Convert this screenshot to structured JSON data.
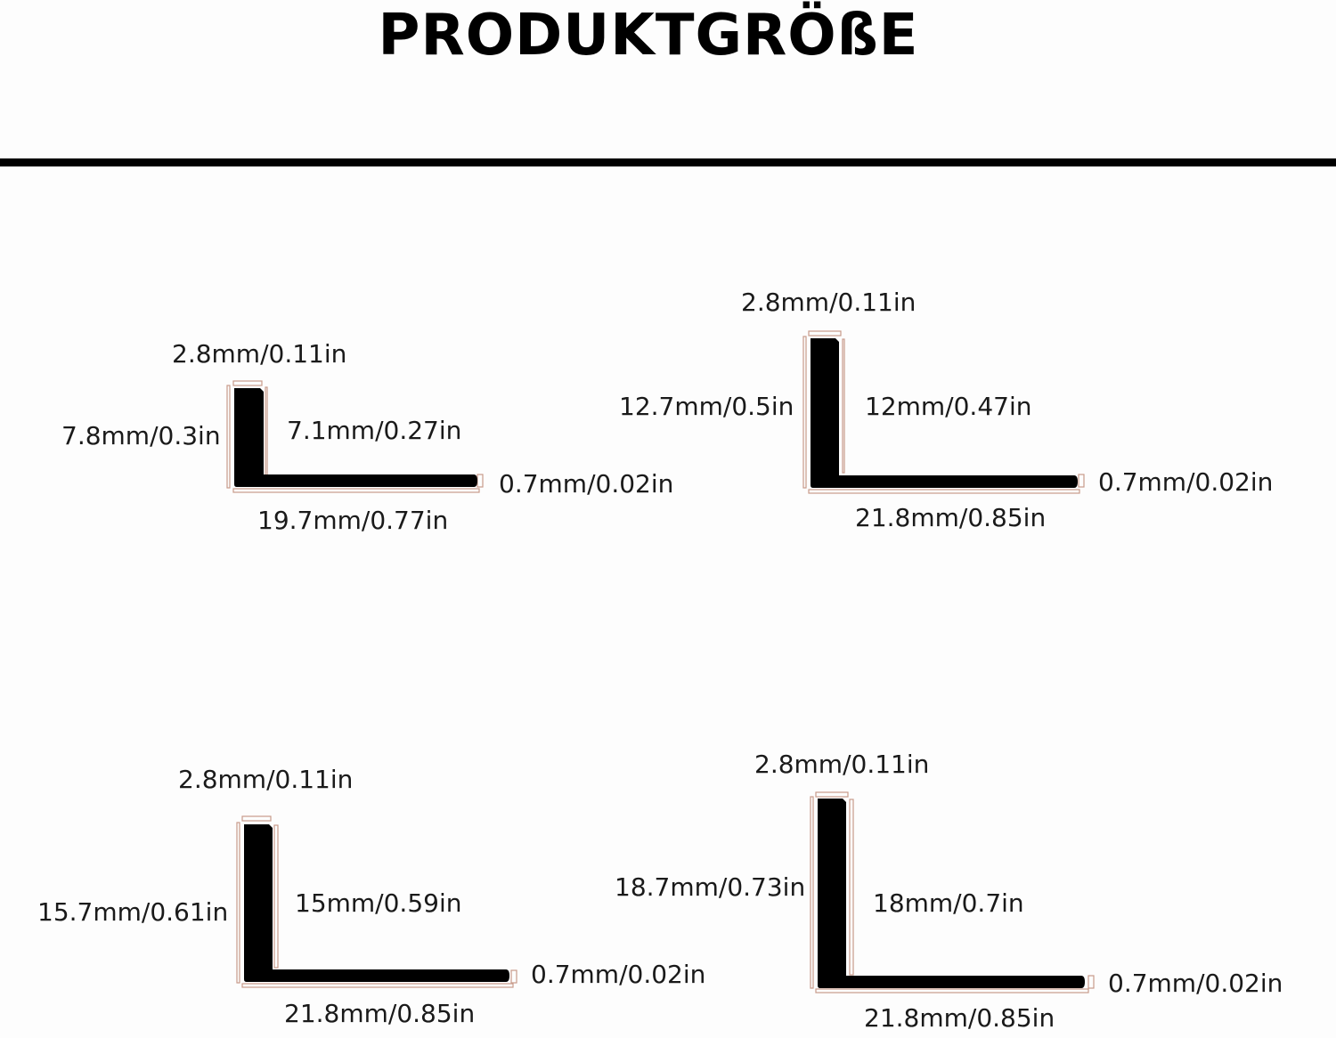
{
  "title": "PRODUKTGRÖßE",
  "colors": {
    "profile": "#000000",
    "guide": "#c89a8a",
    "divider": "#000000"
  },
  "profiles": [
    {
      "thickness_top": "2.8mm/0.11in",
      "outer_height": "7.8mm/0.3in",
      "inner_height": "7.1mm/0.27in",
      "base_thickness": "0.7mm/0.02in",
      "base_length": "19.7mm/0.77in"
    },
    {
      "thickness_top": "2.8mm/0.11in",
      "outer_height": "12.7mm/0.5in",
      "inner_height": "12mm/0.47in",
      "base_thickness": "0.7mm/0.02in",
      "base_length": "21.8mm/0.85in"
    },
    {
      "thickness_top": "2.8mm/0.11in",
      "outer_height": "15.7mm/0.61in",
      "inner_height": "15mm/0.59in",
      "base_thickness": "0.7mm/0.02in",
      "base_length": "21.8mm/0.85in"
    },
    {
      "thickness_top": "2.8mm/0.11in",
      "outer_height": "18.7mm/0.73in",
      "inner_height": "18mm/0.7in",
      "base_thickness": "0.7mm/0.02in",
      "base_length": "21.8mm/0.85in"
    }
  ]
}
